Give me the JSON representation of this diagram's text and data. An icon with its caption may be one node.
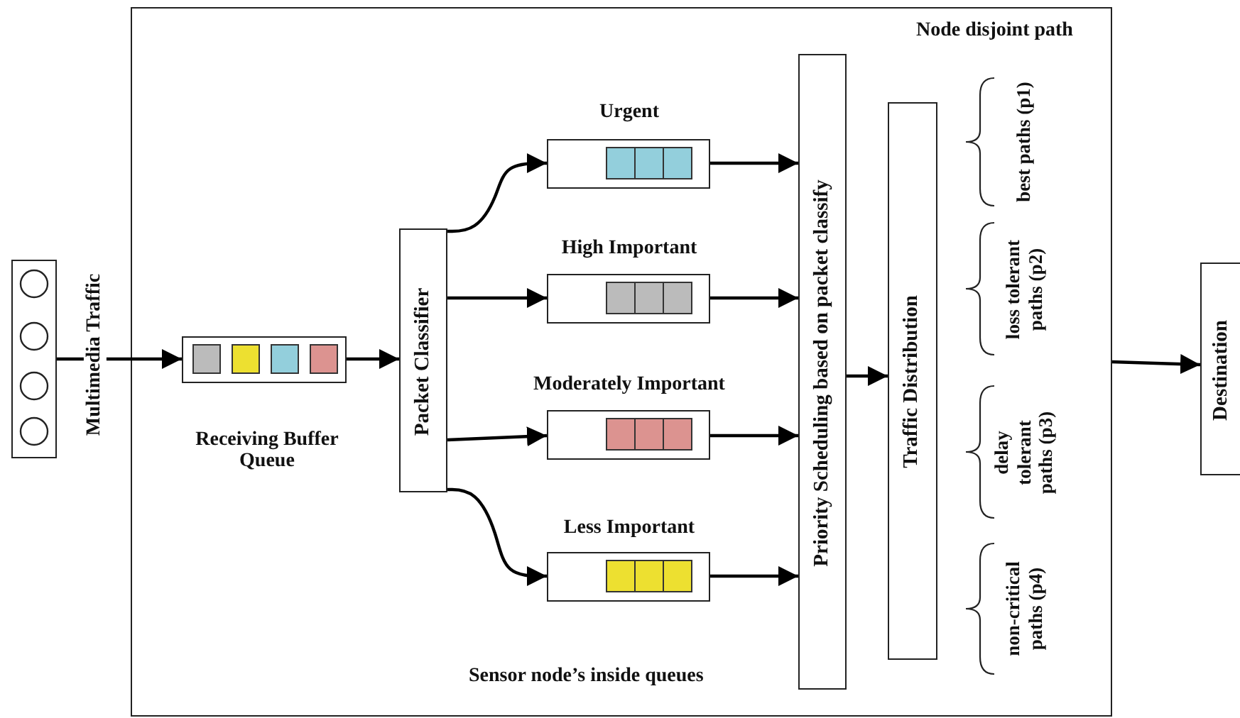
{
  "diagram": {
    "nodes": [
      {
        "text": [
          "Node disjoint path",
          "Sensor node’s inside queues"
        ]
      },
      {
        "text": [],
        "shape": "box",
        "beside": [
          "Multimedia Traffic"
        ]
      },
      {
        "text": [],
        "shape": "box",
        "in": 0,
        "beside": [
          "Receiving Buffer Queue"
        ]
      },
      {
        "text": [
          "Packet Classifier"
        ],
        "in": 0
      },
      {
        "text": [],
        "shape": "box",
        "in": 0,
        "beside": [
          "Urgent"
        ]
      },
      {
        "text": [],
        "shape": "box",
        "in": 0,
        "beside": [
          "High Important"
        ]
      },
      {
        "text": [],
        "shape": "box",
        "in": 0,
        "beside": [
          "Moderately Important"
        ]
      },
      {
        "text": [],
        "shape": "box",
        "in": 0,
        "beside": [
          "Less Important"
        ]
      },
      {
        "text": [
          "Priority Scheduling based on packet classify"
        ],
        "in": 0
      },
      {
        "text": [
          "Traffic Distribution"
        ],
        "in": 0
      },
      {
        "text": [
          "Destination"
        ]
      }
    ],
    "edges": [
      {
        "from": 1,
        "to": 2,
        "arrow": "to"
      },
      {
        "from": 2,
        "to": 3,
        "arrow": "to"
      },
      {
        "from": 3,
        "to": 4,
        "arrow": "to"
      },
      {
        "from": 3,
        "to": 5,
        "arrow": "to"
      },
      {
        "from": 3,
        "to": 6,
        "arrow": "to"
      },
      {
        "from": 3,
        "to": 7,
        "arrow": "to"
      },
      {
        "from": 4,
        "to": 8,
        "arrow": "to"
      },
      {
        "from": 5,
        "to": 8,
        "arrow": "to"
      },
      {
        "from": 6,
        "to": 8,
        "arrow": "to"
      },
      {
        "from": 7,
        "to": 8,
        "arrow": "to"
      },
      {
        "from": 8,
        "to": 9,
        "arrow": "to"
      },
      {
        "from": 0,
        "to": 10,
        "arrow": "to"
      }
    ],
    "labels": [
      "best paths (p1)",
      "loss tolerant paths (p2)",
      "delay tolerant paths (p3)",
      "non-critical paths (p4)"
    ]
  }
}
